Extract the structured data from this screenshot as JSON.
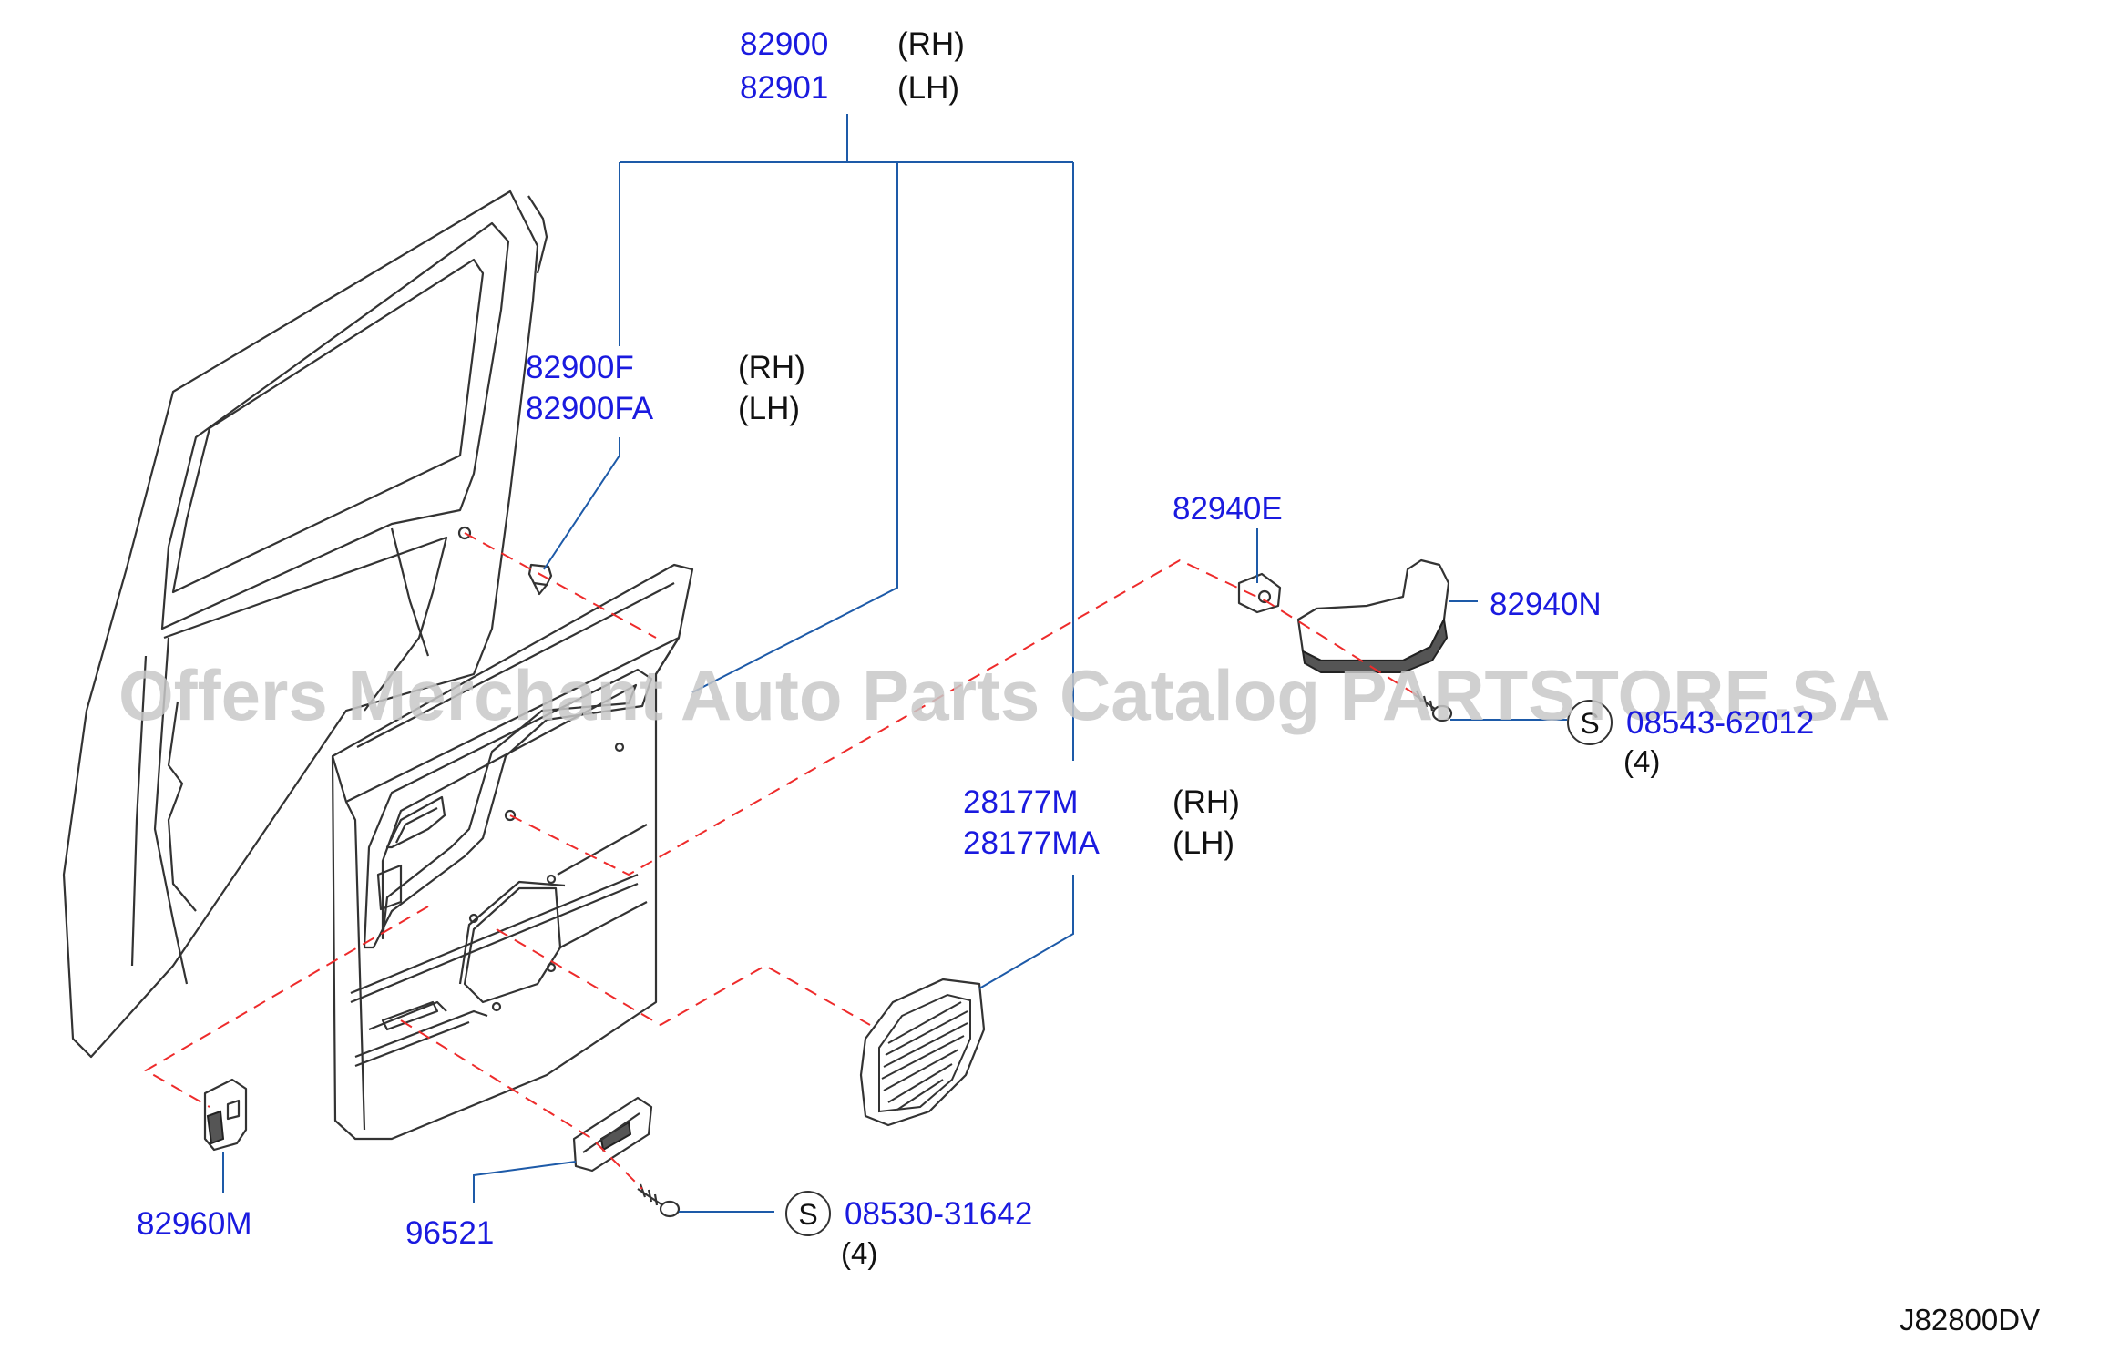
{
  "watermark": "Offers Merchant Auto Parts Catalog PARTSTORE.SA",
  "diagram_code": "J82800DV",
  "callouts": {
    "trim_assembly": {
      "part_rh": "82900",
      "side_rh": "(RH)",
      "part_lh": "82901",
      "side_lh": "(LH)"
    },
    "clip": {
      "part_rh": "82900F",
      "side_rh": "(RH)",
      "part_lh": "82900FA",
      "side_lh": "(LH)"
    },
    "handle_bracket": {
      "part": "82940E"
    },
    "pull_handle": {
      "part": "82940N"
    },
    "handle_screw": {
      "symbol": "S",
      "part": "08543-62012",
      "qty": "(4)"
    },
    "speaker_grille": {
      "part_rh": "28177M",
      "side_rh": "(RH)",
      "part_lh": "28177MA",
      "side_lh": "(LH)"
    },
    "lock_knob_escutcheon": {
      "part": "82960M"
    },
    "ashtray": {
      "part": "96521"
    },
    "ashtray_screw": {
      "symbol": "S",
      "part": "08530-31642",
      "qty": "(4)"
    }
  },
  "colors": {
    "part_number": "#1a1adf",
    "leader": "#1d5aa8",
    "dashed": "#ee2b2b",
    "line_art": "#333333"
  }
}
